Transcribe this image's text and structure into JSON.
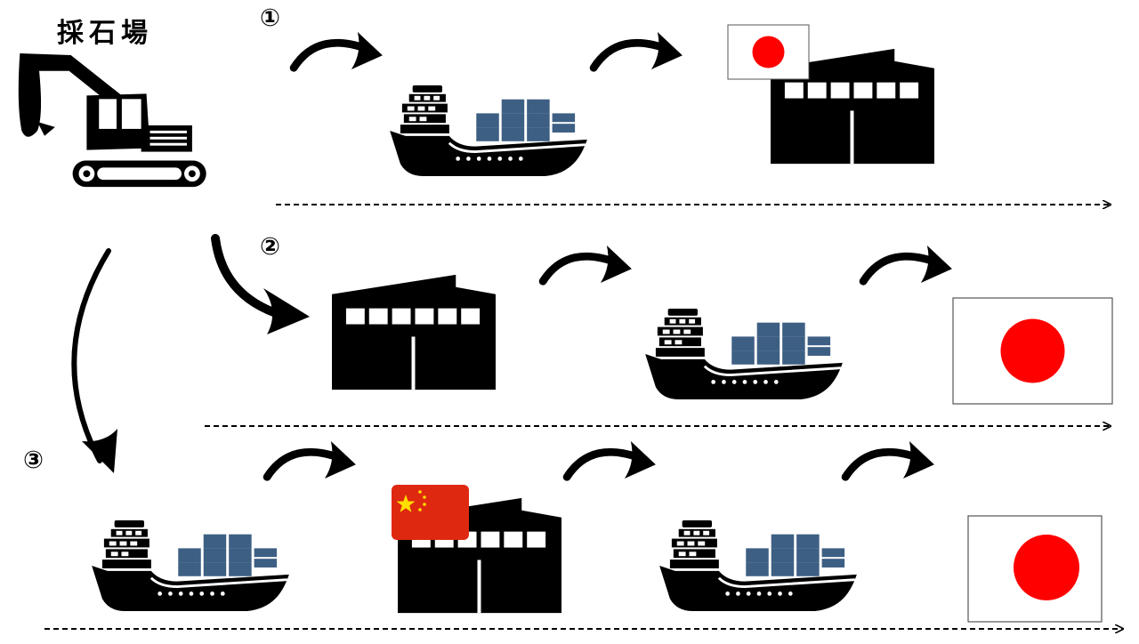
{
  "title": "採石場",
  "colors": {
    "ink": "#000000",
    "container": "#3e5f84",
    "japan_red": "#ff0000",
    "china_red": "#de2910",
    "china_star": "#ffde00",
    "flag_border": "#555555"
  },
  "icons": {
    "quarry": "excavator-icon",
    "ship": "container-ship-icon",
    "factory": "factory-icon",
    "japan": "japan-flag-icon",
    "china": "china-flag-icon",
    "arrow": "curved-arrow-icon",
    "timeline": "dashed-arrow-icon"
  },
  "routes": [
    {
      "number": "①",
      "steps": [
        "container-ship-icon",
        "factory-icon",
        "japan-flag-icon"
      ]
    },
    {
      "number": "②",
      "steps": [
        "factory-icon",
        "container-ship-icon",
        "japan-flag-icon"
      ]
    },
    {
      "number": "③",
      "steps": [
        "container-ship-icon",
        "factory-icon",
        "china-flag-icon",
        "container-ship-icon",
        "japan-flag-icon"
      ]
    }
  ]
}
